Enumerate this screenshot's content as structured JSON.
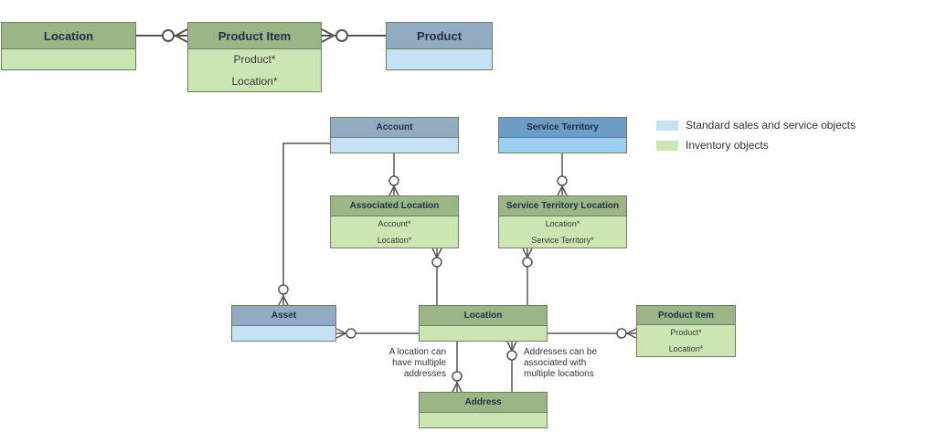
{
  "top": {
    "location": {
      "title": "Location",
      "fields": []
    },
    "product_item": {
      "title": "Product Item",
      "fields": [
        "Product*",
        "Location*"
      ]
    },
    "product": {
      "title": "Product",
      "fields": []
    }
  },
  "main": {
    "account": {
      "title": "Account",
      "fields": []
    },
    "service_territory": {
      "title": "Service Territory",
      "fields": []
    },
    "associated_location": {
      "title": "Associated Location",
      "fields": [
        "Account*",
        "Location*"
      ]
    },
    "service_territory_location": {
      "title": "Service Territory Location",
      "fields": [
        "Location*",
        "Service Territory*"
      ]
    },
    "asset": {
      "title": "Asset",
      "fields": []
    },
    "location": {
      "title": "Location",
      "fields": []
    },
    "product_item": {
      "title": "Product Item",
      "fields": [
        "Product*",
        "Location*"
      ]
    },
    "address": {
      "title": "Address",
      "fields": []
    }
  },
  "annotations": {
    "multiple_addresses": [
      "A location can",
      "have multiple",
      "addresses"
    ],
    "multiple_locations": [
      "Addresses can be",
      "associated with",
      "multiple locations"
    ]
  },
  "legend": {
    "standard": {
      "label": "Standard sales and service objects",
      "color": "#c5e2f5"
    },
    "inventory": {
      "label": "Inventory objects",
      "color": "#cbe6b2"
    }
  },
  "colors": {
    "inventory_header": "#9bb586",
    "inventory_body": "#cbe6b2",
    "standard_header": "#93abc0",
    "standard_body": "#c5e2f5",
    "line": "#555555"
  }
}
